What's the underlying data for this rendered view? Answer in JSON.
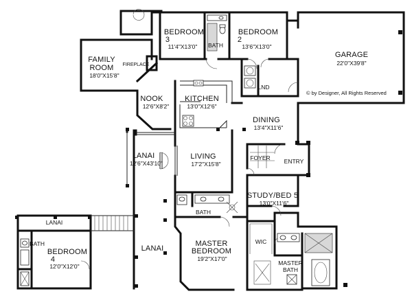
{
  "rooms": {
    "garage": {
      "name": "GARAGE",
      "dims": "22'0\"X39'8\""
    },
    "bedroom2": {
      "name1": "BEDROOM",
      "name2": "2",
      "dims": "13'6\"X13'0\""
    },
    "bedroom3": {
      "name1": "BEDROOM",
      "name2": "3",
      "dims": "11'4\"X13'0\""
    },
    "bath_top": {
      "name": "BATH"
    },
    "family": {
      "name1": "FAMILY",
      "name2": "ROOM",
      "dims": "18'0\"X15'8\""
    },
    "fireplace": {
      "name": "FIREPLACE"
    },
    "nook": {
      "name": "NOOK",
      "dims": "12'6\"X8'2\""
    },
    "kitchen": {
      "name": "KITCHEN",
      "dims": "13'0\"X12'6\""
    },
    "laundry": {
      "name": "LND"
    },
    "dining": {
      "name": "DINING",
      "dims": "13'4\"X11'6\""
    },
    "lanai_main": {
      "name": "LANAI",
      "dims": "12'6\"X43'10\""
    },
    "living": {
      "name": "LIVING",
      "dims": "17'2\"X15'8\""
    },
    "foyer": {
      "name": "FOYER"
    },
    "entry": {
      "name": "ENTRY"
    },
    "study": {
      "name": "STUDY/BED 5",
      "dims": "13'0\"X11'6\""
    },
    "bath_mid": {
      "name": "BATH"
    },
    "master": {
      "name1": "MASTER",
      "name2": "BEDROOM",
      "dims": "19'2\"X17'0\""
    },
    "wic": {
      "name": "WIC"
    },
    "master_bath": {
      "name1": "MASTER",
      "name2": "BATH"
    },
    "lanai_lower": {
      "name": "LANAI"
    },
    "lanai_guest": {
      "name": "LANAI"
    },
    "bath_guest": {
      "name": "BATH"
    },
    "bedroom4": {
      "name1": "BEDROOM",
      "name2": "4",
      "dims": "12'0\"X12'0\""
    }
  },
  "copyright": "© by Designer, All Rights Reserved"
}
